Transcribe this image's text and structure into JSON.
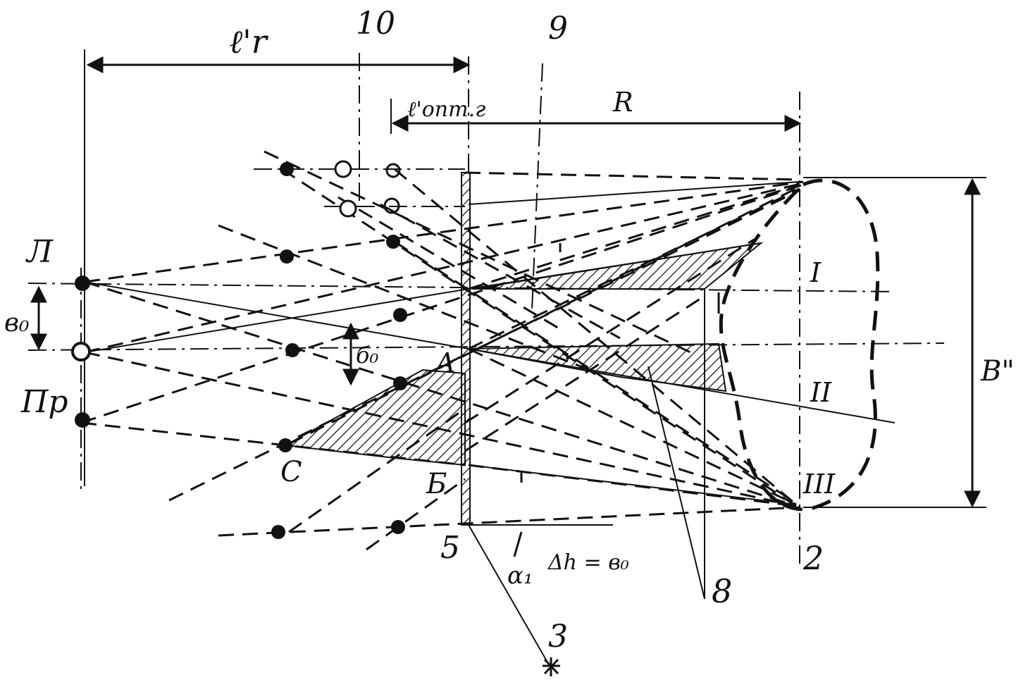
{
  "labels": {
    "lr": "ℓ'r",
    "ten": "10",
    "nine": "9",
    "lopt": "ℓ'опт.г",
    "R": "R",
    "L": "Л",
    "Pr": "Пр",
    "b0_left": "в₀",
    "b0_mid": "б₀",
    "A": "А",
    "C": "С",
    "B_cyr": "Б",
    "five": "5",
    "alpha": "α₁",
    "dh": "Δh = в₀",
    "three": "3",
    "eight": "8",
    "two": "2",
    "roman1": "I",
    "roman2": "II",
    "roman3": "III",
    "Bdbl": "В\""
  },
  "colors": {
    "ink": "#111111",
    "paper": "#ffffff"
  }
}
